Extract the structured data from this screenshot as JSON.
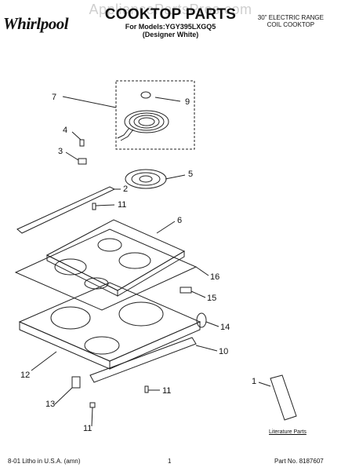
{
  "header": {
    "brand": "Whirlpool",
    "watermark": "AppliancePartsPros.com",
    "title": "COOKTOP PARTS",
    "models_line": "For Models:YGY395LXGQ5",
    "models_variant": "(Designer White)",
    "range_type": "30\" ELECTRIC RANGE",
    "cooktop_type": "COIL COOKTOP"
  },
  "callouts": [
    "7",
    "9",
    "4",
    "3",
    "5",
    "2",
    "11",
    "6",
    "16",
    "15",
    "14",
    "10",
    "12",
    "1",
    "13",
    "11"
  ],
  "literature_label": "Literature Parts",
  "footer": {
    "litho": "8-01 Litho in U.S.A. (amn)",
    "page": "1",
    "part_no": "Part No. 8187607"
  }
}
